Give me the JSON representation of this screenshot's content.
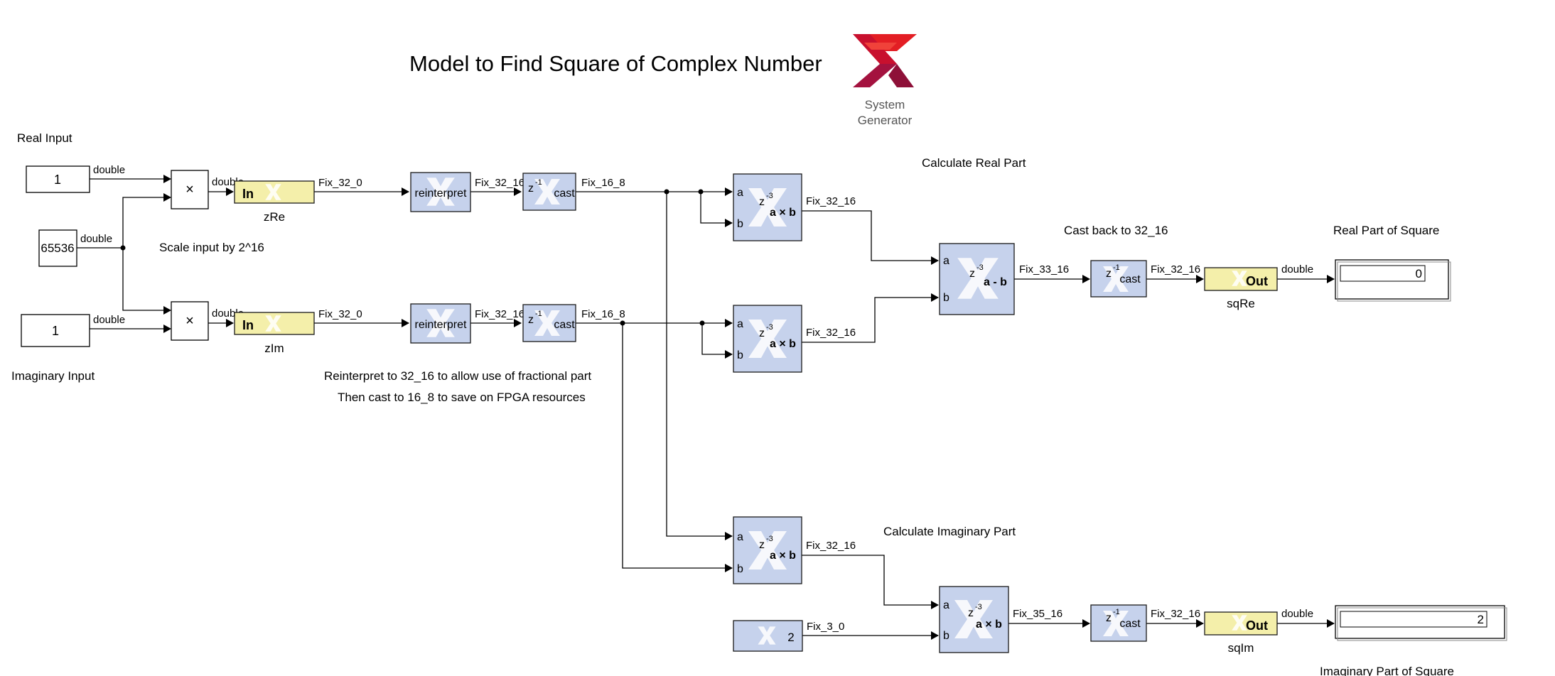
{
  "title": "Model to Find Square of Complex Number",
  "logo": {
    "line1": "System",
    "line2": "Generator",
    "colors": [
      "#e31e24",
      "#a4123f",
      "#c8102e"
    ]
  },
  "colors": {
    "xilinx_block": "#c6d2ec",
    "gateway_block": "#f4efaa",
    "wire": "#000000"
  },
  "annotations": {
    "real_input": "Real Input",
    "imag_input": "Imaginary Input",
    "scale": "Scale input by 2^16",
    "reinterpret_note1": "Reinterpret to 32_16 to allow use of fractional part",
    "reinterpret_note2": "Then cast to 16_8 to save on FPGA resources",
    "calc_real": "Calculate Real Part",
    "cast_back": "Cast back to 32_16",
    "real_square": "Real Part of Square",
    "calc_imag": "Calculate Imaginary Part",
    "imag_square": "Imaginary Part of Square"
  },
  "blocks": {
    "const_re": "1",
    "const_scale": "65536",
    "const_im": "1",
    "mult_symbol": "×",
    "gateway_in": "In",
    "gateway_out": "Out",
    "zre_name": "zRe",
    "zim_name": "zIm",
    "reinterpret": "reinterpret",
    "cast": "cast",
    "z": "z",
    "delay1": "-1",
    "delay3": "-3",
    "port_a": "a",
    "port_b": "b",
    "mult_op": "a × b",
    "sub_op": "a - b",
    "const2": "2",
    "sqre_name": "sqRe",
    "sqim_name": "sqIm",
    "display_re": "0",
    "display_im": "2"
  },
  "signals": {
    "double": "double",
    "fix_32_0": "Fix_32_0",
    "fix_32_16": "Fix_32_16",
    "fix_16_8": "Fix_16_8",
    "fix_33_16": "Fix_33_16",
    "fix_35_16": "Fix_35_16",
    "fix_3_0": "Fix_3_0"
  }
}
